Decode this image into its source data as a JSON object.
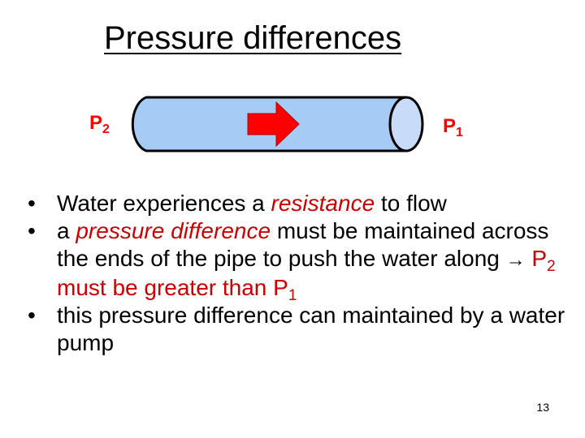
{
  "slide": {
    "title": "Pressure differences",
    "page_number": "13"
  },
  "diagram": {
    "left_label": {
      "letter": "P",
      "subscript": "2"
    },
    "right_label": {
      "letter": "P",
      "subscript": "1"
    },
    "colors": {
      "pipe_fill": "#a6ccf5",
      "pipe_end": "#c8dcfa",
      "arrow": "#ff0000",
      "outline": "#000000"
    }
  },
  "bullets": [
    {
      "bullet": "•",
      "parts": [
        "Water experiences a ",
        "resistance",
        " to flow"
      ]
    },
    {
      "bullet": "•",
      "parts": [
        " a ",
        "pressure difference",
        " must be maintained across the ends of the pipe to push the water along ",
        "→",
        "  ",
        "P",
        "2",
        " must be greater than P",
        "1"
      ]
    },
    {
      "bullet": "•",
      "parts": [
        "this pressure difference can maintained by a water pump"
      ]
    }
  ]
}
